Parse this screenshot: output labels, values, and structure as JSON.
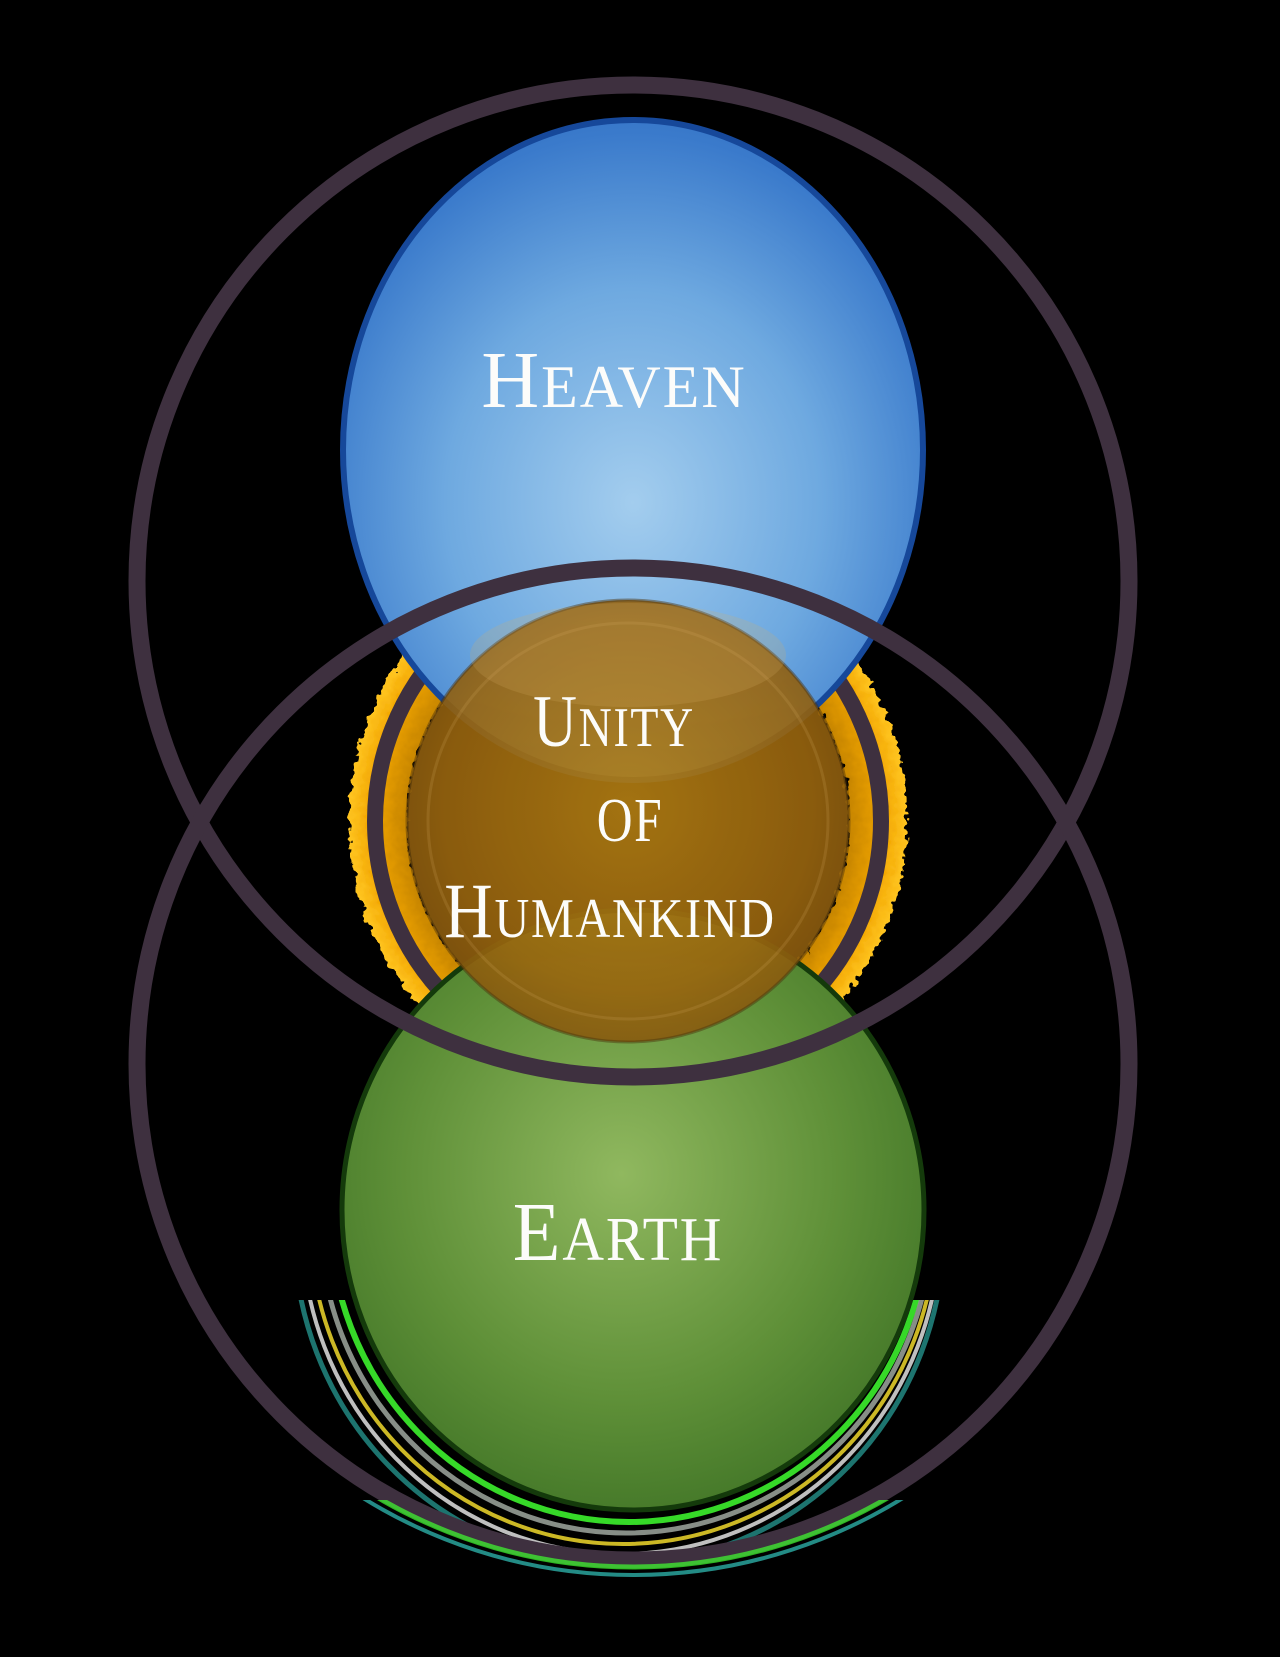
{
  "background": "#000000",
  "text_color": "#fcfcfa",
  "outline": {
    "color": "#3e303f"
  },
  "heaven": {
    "label_lead": "H",
    "label_rest": "EAVEN",
    "fill_center": "#a3cdee",
    "fill_mid": "#6ea9e0",
    "fill_deep": "#3a7acb",
    "fill_edge": "#2a66bb",
    "rim": "#16489a"
  },
  "unity": {
    "line1_lead": "U",
    "line1_rest": "NITY",
    "line2_lead": "O",
    "line2_rest": "F",
    "line3_lead": "H",
    "line3_rest": "UMANKIND",
    "ring_inner": "#c98700",
    "ring_mid": "#f2a600",
    "ring_outer": "#ffc521",
    "ring_dark": "#3e303f",
    "fill_center": "#b58013",
    "fill_mid": "#9a660f",
    "fill_edge": "#68440f",
    "edge_line": "#4a300a",
    "sheen": "#d8ae66"
  },
  "earth": {
    "label_lead": "E",
    "label_rest": "ARTH",
    "fill_center": "#90b85f",
    "fill_mid": "#5f9038",
    "fill_edge": "#2e641c",
    "rim": "#143a0b",
    "echo_bright_green": "#3fff2f",
    "echo_grey": "#a9b1a9",
    "echo_yellow": "#ffe62e",
    "echo_white": "#ffffff",
    "echo_teal": "#3ae8de"
  }
}
